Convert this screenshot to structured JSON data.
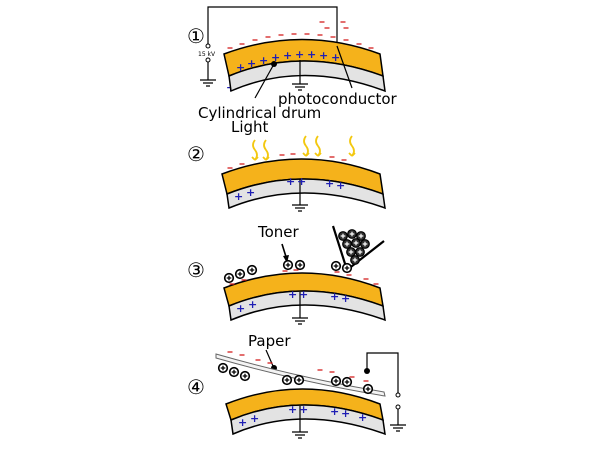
{
  "steps": [
    {
      "number": "①"
    },
    {
      "number": "②"
    },
    {
      "number": "③"
    },
    {
      "number": "④"
    }
  ],
  "labels": {
    "voltage": "15 kV",
    "photoconductor": "photoconductor",
    "cylindrical_drum": "Cylindrical drum",
    "light": "Light",
    "toner": "Toner",
    "paper": "Paper"
  },
  "colors": {
    "photoconductor": "#f5b21b",
    "drum": "#e3e3e3",
    "positive_charge": "#1f1fb4",
    "negative_charge": "#d42020",
    "light": "#f3c80f",
    "outline": "#000000"
  },
  "icons": [
    "ground-icon",
    "light-ray-icon",
    "toner-particle-icon",
    "toner-hopper-icon",
    "switch-icon"
  ]
}
